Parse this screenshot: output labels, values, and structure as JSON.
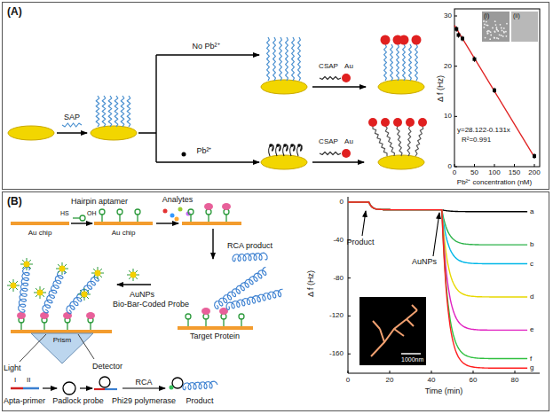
{
  "diagram": {
    "nodes": [
      {
        "text": [
          "(A)"
        ]
      },
      {
        "text": [
          "(B)"
        ]
      }
    ],
    "labels": [
      "SAP",
      "No Pb²⁺",
      "Pb²⁺",
      "CSAP",
      "Au",
      "CSAP",
      "Au",
      "Δ f (Hz)",
      "30",
      "20",
      "10",
      "0",
      "0",
      "50",
      "100",
      "150",
      "200",
      "Pb²⁺ concentration (nM)",
      "y=28.122-0.131x",
      "R²=0.991",
      "(i)",
      "(ii)",
      "Hairpin aptamer",
      "HS",
      "OH",
      "Au chip",
      "Au chip",
      "Analytes",
      "RCA product",
      "Target Protein",
      "AuNPs",
      "Bio-Bar-Coded Probe",
      "Light",
      "Prism",
      "Detector",
      "Apta-primer",
      "I",
      "II",
      "Padlock probe",
      "RCA",
      "Phi29 polymerase",
      "Product",
      "Δ f (Hz)",
      "0",
      "-40",
      "-80",
      "-120",
      "-160",
      "0",
      "20",
      "40",
      "60",
      "80",
      "Time (min)",
      "Product",
      "AuNPs",
      "a",
      "b",
      "c",
      "d",
      "e",
      "f",
      "g",
      "1000nm"
    ]
  }
}
